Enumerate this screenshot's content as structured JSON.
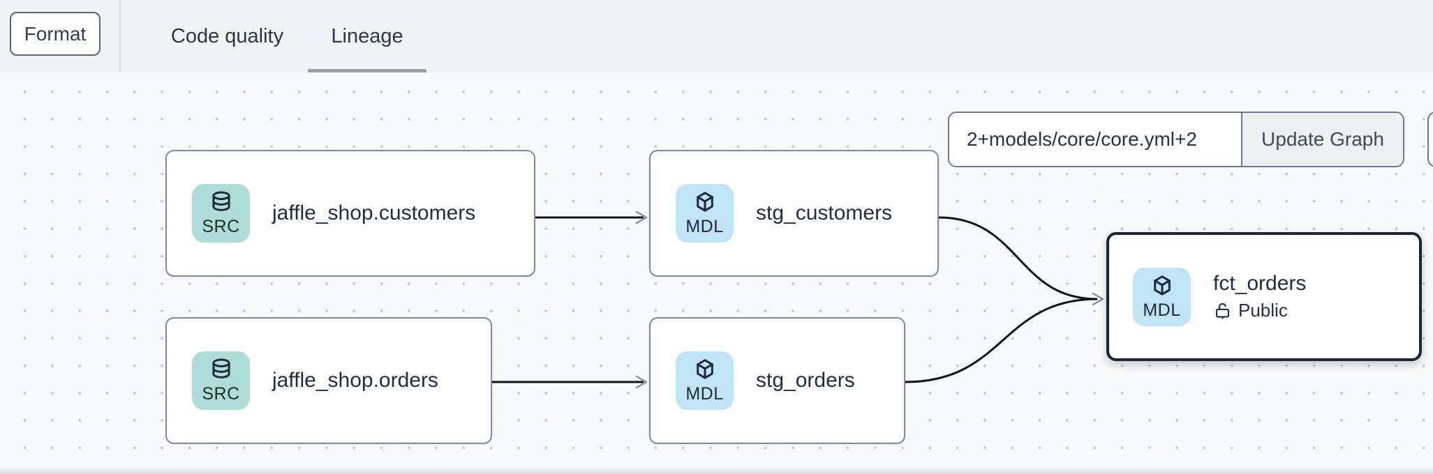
{
  "header": {
    "format_button": "Format",
    "tabs": [
      {
        "label": "Code quality",
        "active": false
      },
      {
        "label": "Lineage",
        "active": true
      }
    ]
  },
  "graph_controls": {
    "selector_value": "2+models/core/core.yml+2",
    "update_button": "Update Graph"
  },
  "nodes": [
    {
      "id": "source-jaffle-shop-customers",
      "kind": "SRC",
      "icon": "database-icon",
      "label": "jaffle_shop.customers",
      "selected": false
    },
    {
      "id": "model-stg-customers",
      "kind": "MDL",
      "icon": "cube-icon",
      "label": "stg_customers",
      "selected": false
    },
    {
      "id": "source-jaffle-shop-orders",
      "kind": "SRC",
      "icon": "database-icon",
      "label": "jaffle_shop.orders",
      "selected": false
    },
    {
      "id": "model-stg-orders",
      "kind": "MDL",
      "icon": "cube-icon",
      "label": "stg_orders",
      "selected": false
    },
    {
      "id": "model-fct-orders",
      "kind": "MDL",
      "icon": "cube-icon",
      "label": "fct_orders",
      "access": "Public",
      "access_icon": "unlock-icon",
      "selected": true
    }
  ],
  "edges": [
    {
      "from": "source-jaffle-shop-customers",
      "to": "model-stg-customers"
    },
    {
      "from": "source-jaffle-shop-orders",
      "to": "model-stg-orders"
    },
    {
      "from": "model-stg-customers",
      "to": "model-fct-orders"
    },
    {
      "from": "model-stg-orders",
      "to": "model-fct-orders"
    }
  ],
  "colors": {
    "header_bg": "#f2f3f4",
    "canvas_bg": "#f8f9fa",
    "dot": "#c5c8cd",
    "underline": "#9aa1ab",
    "node_border": "#7f8898",
    "node_label": "#222d42",
    "selected_border": "#1b2534",
    "src_badge": "#aedcd6",
    "mdl_badge": "#c0e3f8",
    "edge": "#101418",
    "arrowhead": "#8d95a2",
    "control_border": "#6f7989",
    "button_bg": "#edeff1"
  }
}
